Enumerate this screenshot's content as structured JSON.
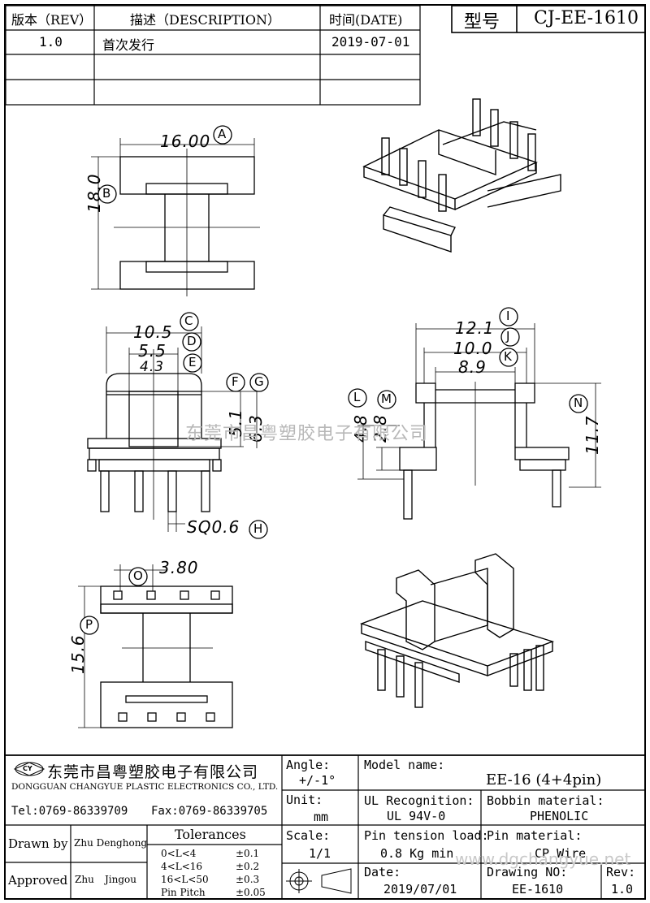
{
  "revision_table": {
    "headers": [
      "版本（REV）",
      "描述（DESCRIPTION）",
      "时间(DATE)"
    ],
    "rows": [
      {
        "rev": "1.0",
        "desc": "首次发行",
        "date": "2019-07-01"
      }
    ]
  },
  "model_box": {
    "label": "型号",
    "value": "CJ-EE-1610"
  },
  "dimensions": {
    "A": {
      "letter": "A",
      "value": "16.00"
    },
    "B": {
      "letter": "B",
      "value": "18.0"
    },
    "C": {
      "letter": "C",
      "value": "10.5"
    },
    "D": {
      "letter": "D",
      "value": "5.5"
    },
    "E": {
      "letter": "E",
      "value": "4.3"
    },
    "F": {
      "letter": "F",
      "value": "5.1"
    },
    "G": {
      "letter": "G",
      "value": "6.3"
    },
    "H": {
      "letter": "H",
      "value": "SQ0.6"
    },
    "I": {
      "letter": "I",
      "value": "12.1"
    },
    "J": {
      "letter": "J",
      "value": "10.0"
    },
    "K": {
      "letter": "K",
      "value": "8.9"
    },
    "L": {
      "letter": "L",
      "value": "4.8"
    },
    "M": {
      "letter": "M",
      "value": "2.8"
    },
    "N": {
      "letter": "N",
      "value": "11.7"
    },
    "O": {
      "letter": "O",
      "value": "3.80"
    },
    "P": {
      "letter": "P",
      "value": "15.6"
    }
  },
  "watermark": "东莞市昌粤塑胶电子有限公司",
  "watermark_url": "www.dgchangyue.net",
  "title_block": {
    "company_cn": "东莞市昌粤塑胶电子有限公司",
    "company_en": "DONGGUAN CHANGYUE PLASTIC ELECTRONICS CO., LTD.",
    "logo_text": "CY",
    "tel": "Tel:0769-86339709",
    "fax": "Fax:0769-86339705",
    "drawn_by_label": "Drawn by",
    "drawn_by": "Zhu Denghong",
    "approved_label": "Approved",
    "approved_by_1": "Zhu",
    "approved_by_2": "Jingou",
    "tolerances_title": "Tolerances",
    "tolerances": [
      {
        "range": "0<L<4",
        "value": "±0.1"
      },
      {
        "range": "4<L<16",
        "value": "±0.2"
      },
      {
        "range": "16<L<50",
        "value": "±0.3"
      },
      {
        "range": "Pin Pitch",
        "value": "±0.05"
      }
    ],
    "angle_label": "Angle:",
    "angle_value": "+/-1°",
    "unit_label": "Unit:",
    "unit_value": "mm",
    "scale_label": "Scale:",
    "scale_value": "1/1",
    "model_name_label": "Model name:",
    "model_name_value": "EE-16 (4+4pin)",
    "ul_label": "UL Recognition:",
    "ul_value": "UL 94V-0",
    "bobbin_label": "Bobbin material:",
    "bobbin_value": "PHENOLIC",
    "pin_tension_label": "Pin tension load:",
    "pin_tension_value": "0.8 Kg min",
    "pin_material_label": "Pin material:",
    "pin_material_value": "CP Wire",
    "date_label": "Date:",
    "date_value": "2019/07/01",
    "drawing_no_label": "Drawing NO:",
    "drawing_no_value": "EE-1610",
    "rev_label": "Rev:",
    "rev_value": "1.0"
  }
}
